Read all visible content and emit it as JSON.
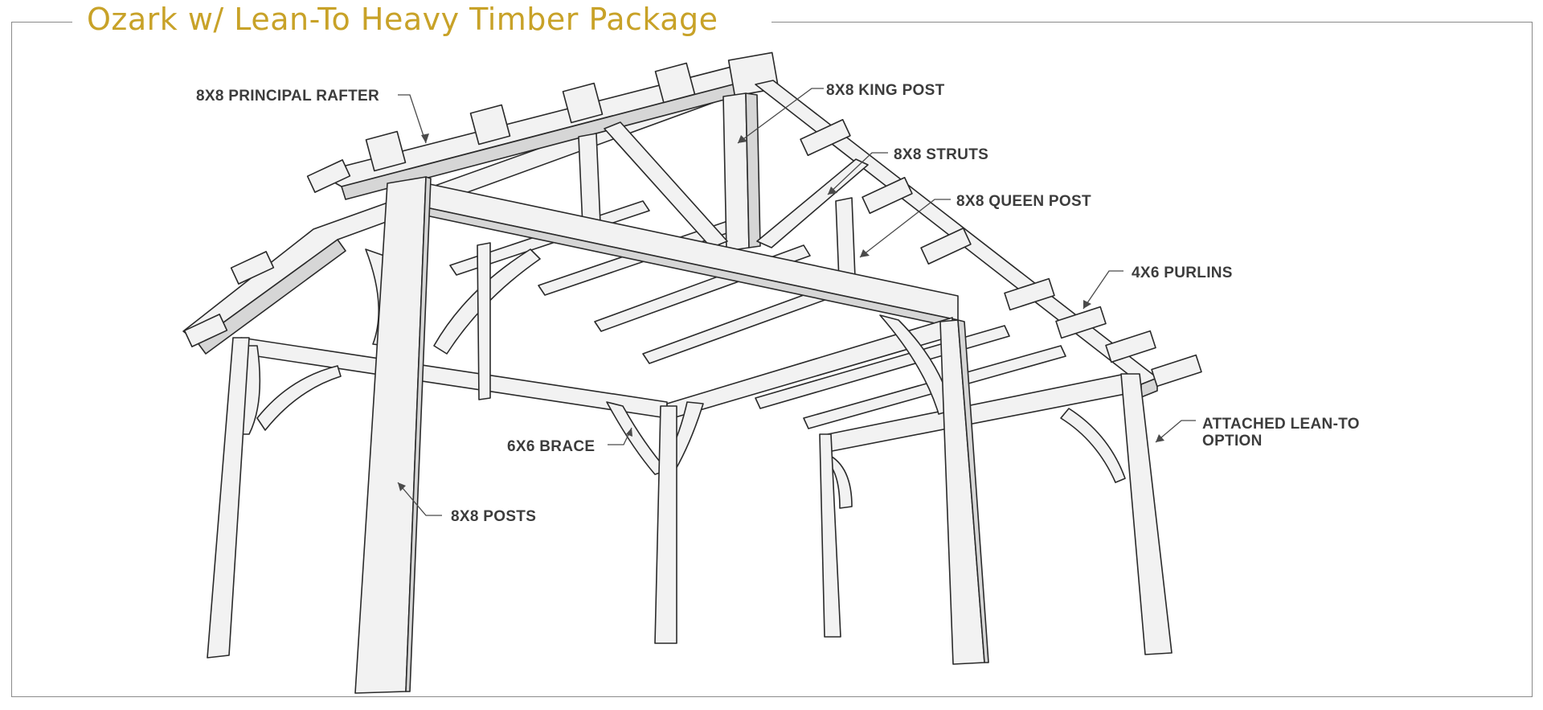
{
  "title": "Ozark w/ Lean-To Heavy Timber Package",
  "accent_color": "#c8a228",
  "labels": {
    "principal_rafter": "8X8 PRINCIPAL RAFTER",
    "king_post": "8X8 KING POST",
    "struts": "8X8 STRUTS",
    "queen_post": "8X8 QUEEN POST",
    "purlins": "4X6 PURLINS",
    "lean_to_line1": "ATTACHED LEAN-TO",
    "lean_to_line2": "OPTION",
    "brace": "6X6 BRACE",
    "posts": "8X8 POSTS"
  }
}
